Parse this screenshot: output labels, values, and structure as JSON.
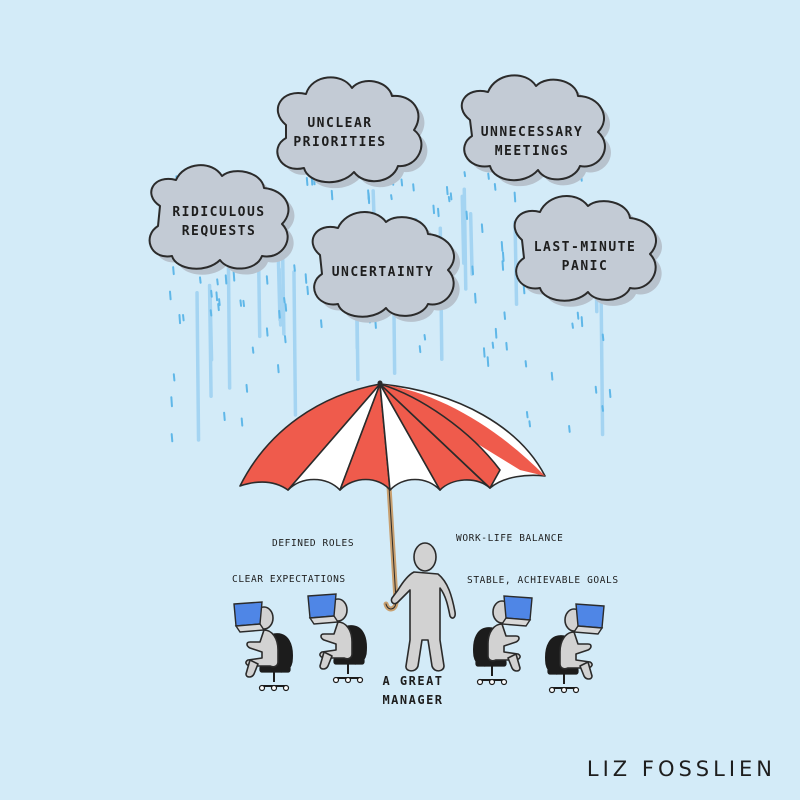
{
  "clouds": {
    "unclear_priorities": [
      "UNCLEAR",
      "PRIORITIES"
    ],
    "unnecessary_meetings": [
      "UNNECESSARY",
      "MEETINGS"
    ],
    "ridiculous_requests": [
      "RIDICULOUS",
      "REQUESTS"
    ],
    "uncertainty": [
      "UNCERTAINTY"
    ],
    "last_minute_panic": [
      "LAST-MINUTE",
      "PANIC"
    ]
  },
  "benefits": {
    "defined_roles": "DEFINED ROLES",
    "clear_expectations": "CLEAR EXPECTATIONS",
    "work_life_balance": "WORK-LIFE BALANCE",
    "stable_goals": "STABLE, ACHIEVABLE GOALS"
  },
  "manager": [
    "A GREAT",
    "MANAGER"
  ],
  "signature": "LIZ FOSSLIEN",
  "colors": {
    "background": "#d3ebf8",
    "cloud": "#c3cbd5",
    "rain": "#5fb7e8",
    "umbrella_red": "#ef5b4c",
    "umbrella_white": "#ffffff",
    "laptop_screen": "#4f86e6",
    "chair": "#1c1c1c",
    "person": "#d2d2d2"
  }
}
